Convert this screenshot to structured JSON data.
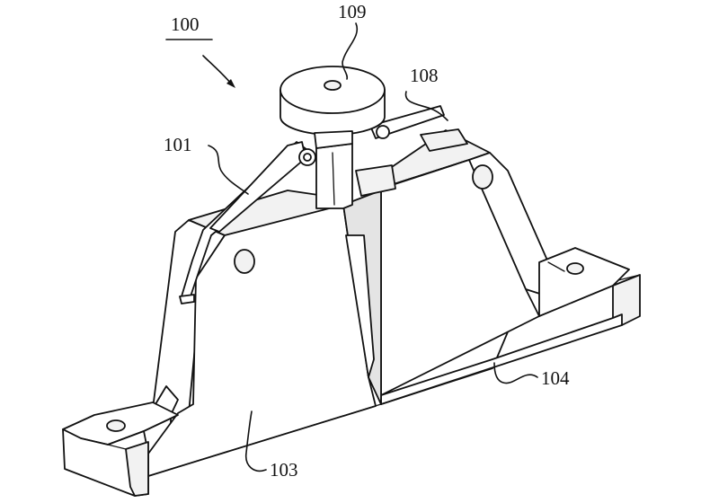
{
  "figure": {
    "labels": {
      "assembly": "100",
      "pivot_arm": "101",
      "left_support": "103",
      "right_support": "104",
      "rear_link": "108",
      "top_cap": "109"
    }
  }
}
